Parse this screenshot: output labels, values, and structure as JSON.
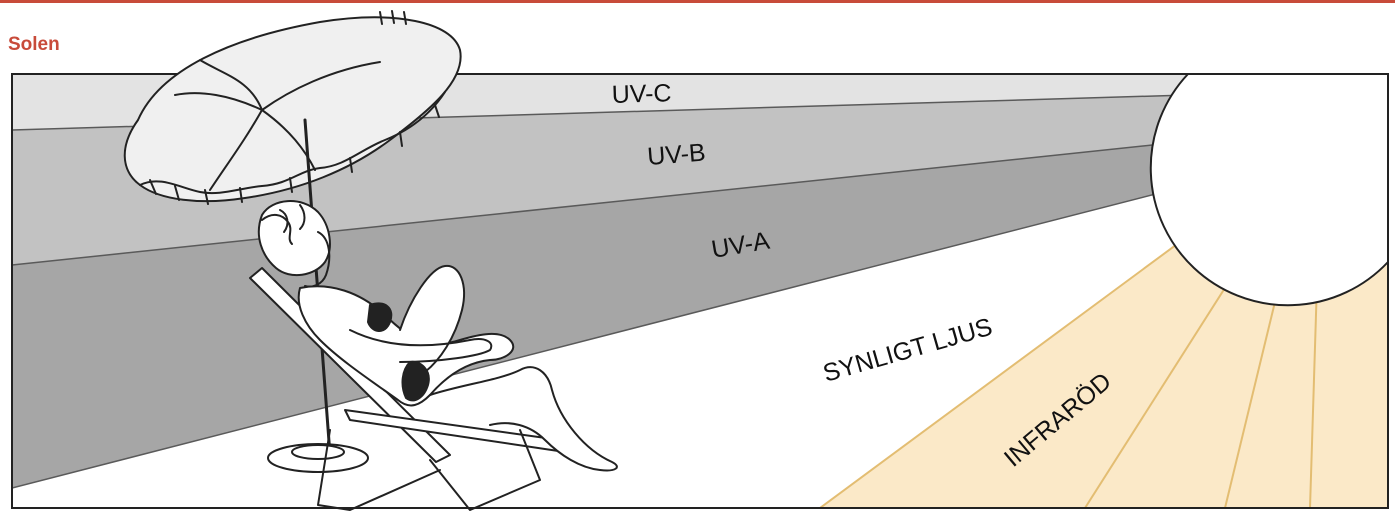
{
  "heading": "Solen",
  "bands": {
    "uvc": {
      "label": "UV-C",
      "color": "#e3e3e3"
    },
    "uvb": {
      "label": "UV-B",
      "color": "#c2c2c2"
    },
    "uva": {
      "label": "UV-A",
      "color": "#a6a6a6"
    },
    "visible": {
      "label": "SYNLIGT LJUS",
      "color": "#ffffff"
    },
    "infrared": {
      "label": "INFRARÖD",
      "color": "#fbe9c8",
      "stroke": "#e3bd72"
    }
  },
  "colors": {
    "accent": "#c84b3a",
    "line": "#222222"
  },
  "illustration": {
    "sun": "sun-icon",
    "umbrella": "beach-umbrella-icon",
    "person": "sunbather-in-deckchair-icon"
  }
}
